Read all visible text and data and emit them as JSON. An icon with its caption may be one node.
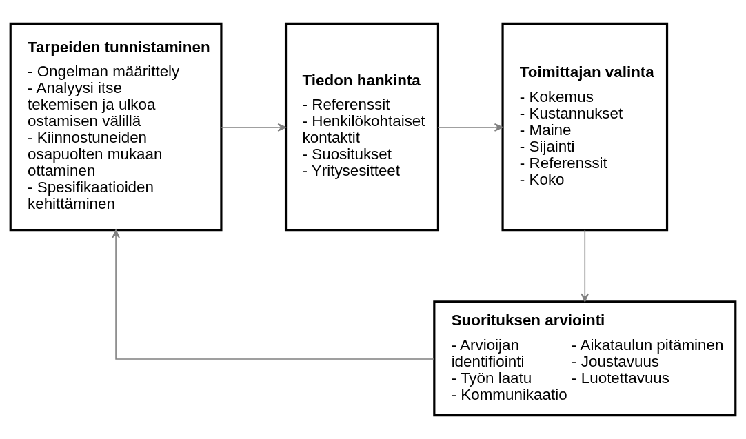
{
  "diagram": {
    "nodes": [
      {
        "text": [
          "Tarpeiden tunnistaminen",
          "- Ongelman määrittely",
          "- Analyysi itse tekemisen ja ulkoa ostamisen välillä",
          "- Kiinnostuneiden osapuolten mukaan ottaminen",
          "- Spesifikaatioiden kehittäminen"
        ]
      },
      {
        "text": [
          "Tiedon hankinta",
          "- Referenssit",
          "- Henkilökohtaiset kontaktit",
          "- Suositukset",
          "- Yritysesitteet"
        ]
      },
      {
        "text": [
          "Toimittajan valinta",
          "- Kokemus",
          "- Kustannukset",
          "- Maine",
          "- Sijainti",
          "- Referenssit",
          "- Koko"
        ]
      },
      {
        "text": [
          "Suorituksen arviointi",
          "- Arvioijan identifiointi",
          "- Työn laatu",
          "- Kommunikaatio",
          "- Aikataulun pitäminen",
          "- Joustavuus",
          "- Luotettavuus"
        ]
      }
    ],
    "edges": [
      {
        "from": 0,
        "to": 1,
        "arrow": "to"
      },
      {
        "from": 1,
        "to": 2,
        "arrow": "to"
      },
      {
        "from": 2,
        "to": 3,
        "arrow": "to"
      },
      {
        "from": 3,
        "to": 0,
        "arrow": "to"
      }
    ]
  }
}
